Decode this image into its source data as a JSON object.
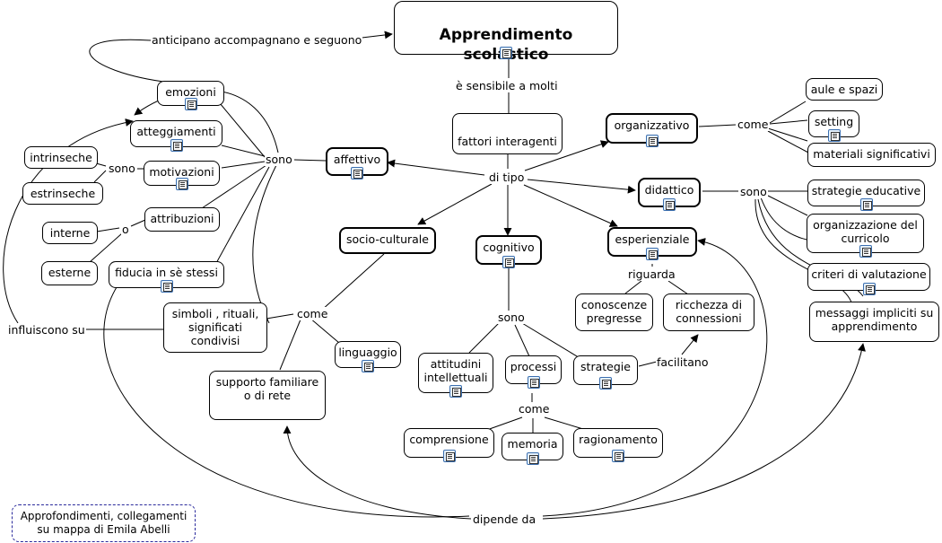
{
  "root": "Apprendimento scolastico",
  "nodes": {
    "emozioni": "emozioni",
    "atteggiamenti": "atteggiamenti",
    "motivazioni": "motivazioni",
    "intrinseche": "intrinseche",
    "estrinseche": "estrinseche",
    "attribuzioni": "attribuzioni",
    "interne": "interne",
    "esterne": "esterne",
    "fiducia": "fiducia in sè stessi",
    "affettivo": "affettivo",
    "fattori": "fattori interagenti",
    "organizzativo": "organizzativo",
    "aule": "aule e spazi",
    "setting": "setting",
    "materiali": "materiali significativi",
    "didattico": "didattico",
    "strategie_educative": "strategie educative",
    "organizzazione": "organizzazione del curricolo",
    "criteri": "criteri di valutazione",
    "messaggi": "messaggi impliciti su apprendimento",
    "socioculturale": "socio-culturale",
    "cognitivo": "cognitivo",
    "esperienziale": "esperienziale",
    "simboli": "simboli , rituali, significati condivisi",
    "linguaggio": "linguaggio",
    "supporto": "supporto familiare o di rete",
    "conoscenze": "conoscenze pregresse",
    "ricchezza": "ricchezza di connessioni",
    "attitudini": "attitudini intellettuali",
    "processi": "processi",
    "strategie": "strategie",
    "comprensione": "comprensione",
    "memoria": "memoria",
    "ragionamento": "ragionamento",
    "approfondimenti": "Approfondimenti, collegamenti su mappa di Emila Abelli"
  },
  "labels": {
    "anticipano": "anticipano accompagnano e seguono",
    "sensibile": "è sensibile a molti",
    "sono_affettivo": "sono",
    "sono_motivazioni": "sono",
    "o_attribuzioni": "o",
    "di_tipo": "di tipo",
    "come_organizzativo": "come",
    "sono_didattico": "sono",
    "come_socio": "come",
    "influiscono": "influiscono su",
    "riguarda": "riguarda",
    "sono_cognitivo": "sono",
    "facilitano": "facilitano",
    "come_processi": "come",
    "dipende": "dipende da"
  }
}
